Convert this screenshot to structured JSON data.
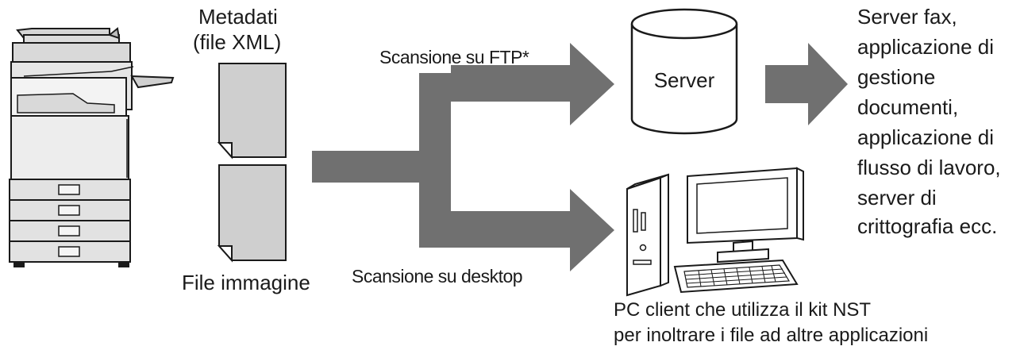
{
  "metadata": {
    "line1": "Metadati",
    "line2": "(file XML)"
  },
  "image_file": "File immagine",
  "ftp_label": "Scansione su FTP*",
  "desktop_label": "Scansione su desktop",
  "server_label": "Server",
  "destinations": [
    "Server fax,",
    "applicazione di",
    "gestione",
    "documenti,",
    "applicazione di",
    "flusso di lavoro,",
    "server di",
    "crittografia ecc."
  ],
  "pc_client": {
    "line1": "PC client che utilizza il kit NST",
    "line2": "per inoltrare i file ad altre applicazioni"
  },
  "colors": {
    "arrow": "#707070",
    "page": "#cfcfcf",
    "outline": "#1a1a1a",
    "machine_gray": "#e6e6e6"
  }
}
